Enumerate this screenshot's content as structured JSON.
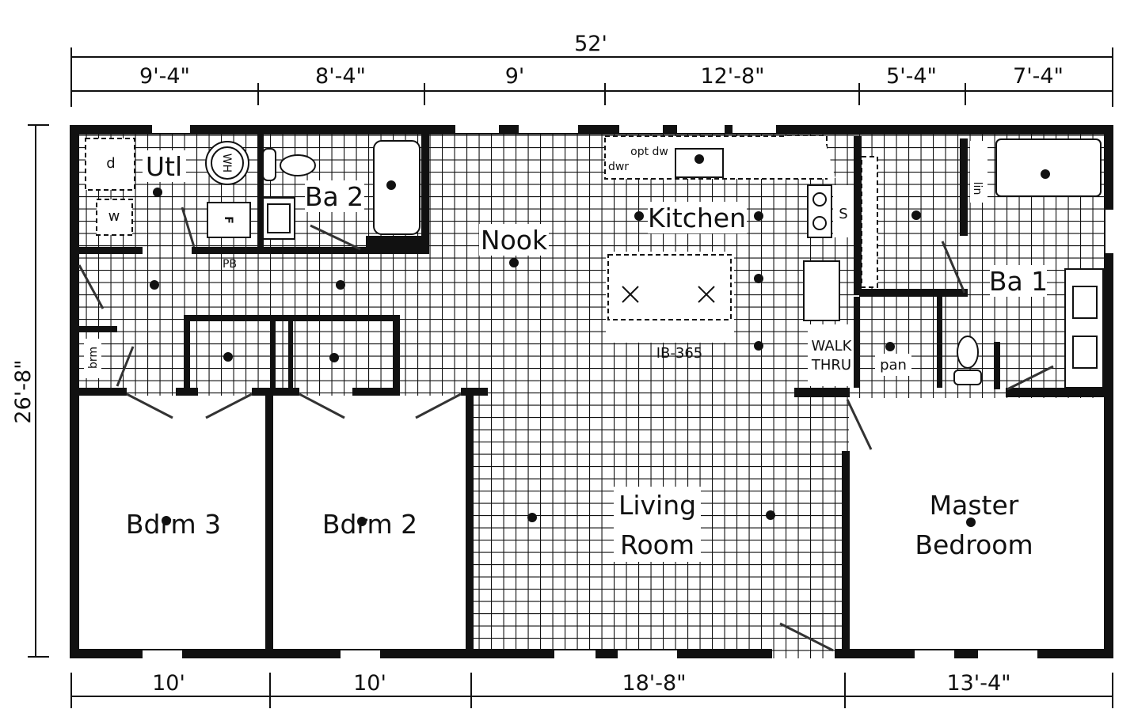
{
  "dimensions": {
    "overall_width": "52'",
    "overall_depth": "26'-8\"",
    "top_segments": [
      "9'-4\"",
      "8'-4\"",
      "9'",
      "12'-8\"",
      "5'-4\"",
      "7'-4\""
    ],
    "bottom_segments": [
      "10'",
      "10'",
      "18'-8\"",
      "13'-4\""
    ]
  },
  "rooms": {
    "utility": "Utl",
    "bath2": "Ba 2",
    "nook": "Nook",
    "kitchen": "Kitchen",
    "bath1": "Ba 1",
    "bedroom3": "Bdrm 3",
    "bedroom2": "Bdrm 2",
    "living_line1": "Living",
    "living_line2": "Room",
    "master_line1": "Master",
    "master_line2": "Bedroom",
    "walk_thru_line1": "WALK",
    "walk_thru_line2": "THRU",
    "pantry": "pan",
    "broom": "brm",
    "linen": "lin"
  },
  "fixtures": {
    "dryer": "d",
    "washer": "w",
    "water_heater": "WH",
    "furnace": "F",
    "plumbing_box": "PB",
    "optional_dishwasher": "opt dw",
    "drawer": "dwr",
    "stove": "S",
    "island": "IB-365"
  }
}
